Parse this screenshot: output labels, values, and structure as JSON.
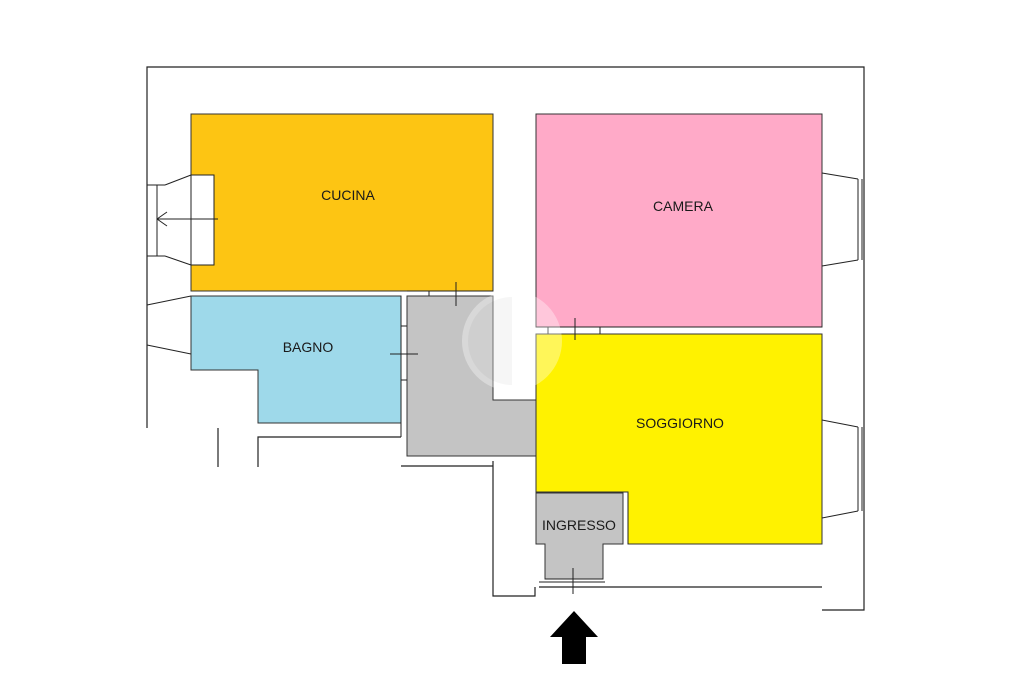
{
  "rooms": {
    "cucina": {
      "label": "CUCINA",
      "color": "#FDC513"
    },
    "camera": {
      "label": "CAMERA",
      "color": "#FFAAC8"
    },
    "bagno": {
      "label": "BAGNO",
      "color": "#9ED9EA"
    },
    "soggiorno": {
      "label": "SOGGIORNO",
      "color": "#FFF200"
    },
    "ingresso": {
      "label": "INGRESSO",
      "color": "#C4C4C4"
    },
    "corridoio": {
      "label": "",
      "color": "#C4C4C4"
    }
  },
  "entrance_arrow": {
    "icon": "entrance-arrow-icon",
    "color": "#000000"
  },
  "watermark": {
    "icon": "watermark-logo"
  }
}
